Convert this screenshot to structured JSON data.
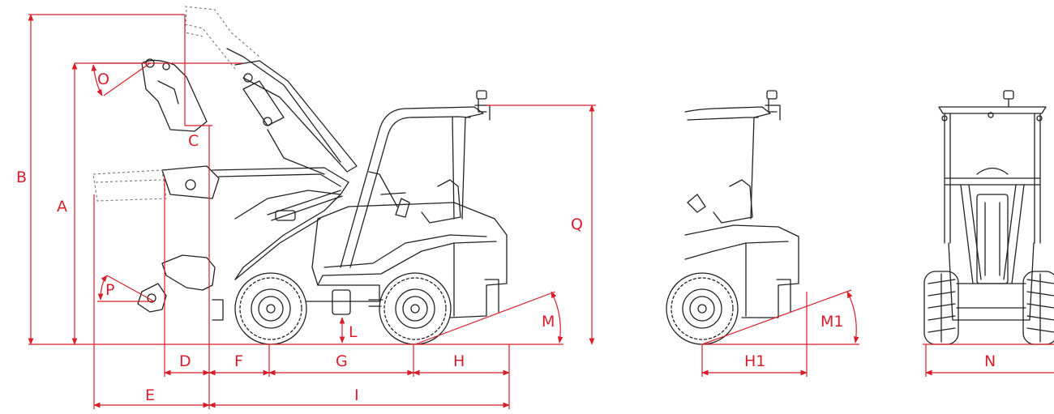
{
  "colors": {
    "dimension": "#d81e2b",
    "drawing": "#222222",
    "hidden": "#777777"
  },
  "labels": {
    "A": "A",
    "B": "B",
    "C": "C",
    "D": "D",
    "E": "E",
    "F": "F",
    "G": "G",
    "H": "H",
    "I": "I",
    "L": "L",
    "M": "M",
    "M1": "M1",
    "N": "N",
    "O": "O",
    "P": "P",
    "Q": "Q",
    "H1": "H1"
  }
}
